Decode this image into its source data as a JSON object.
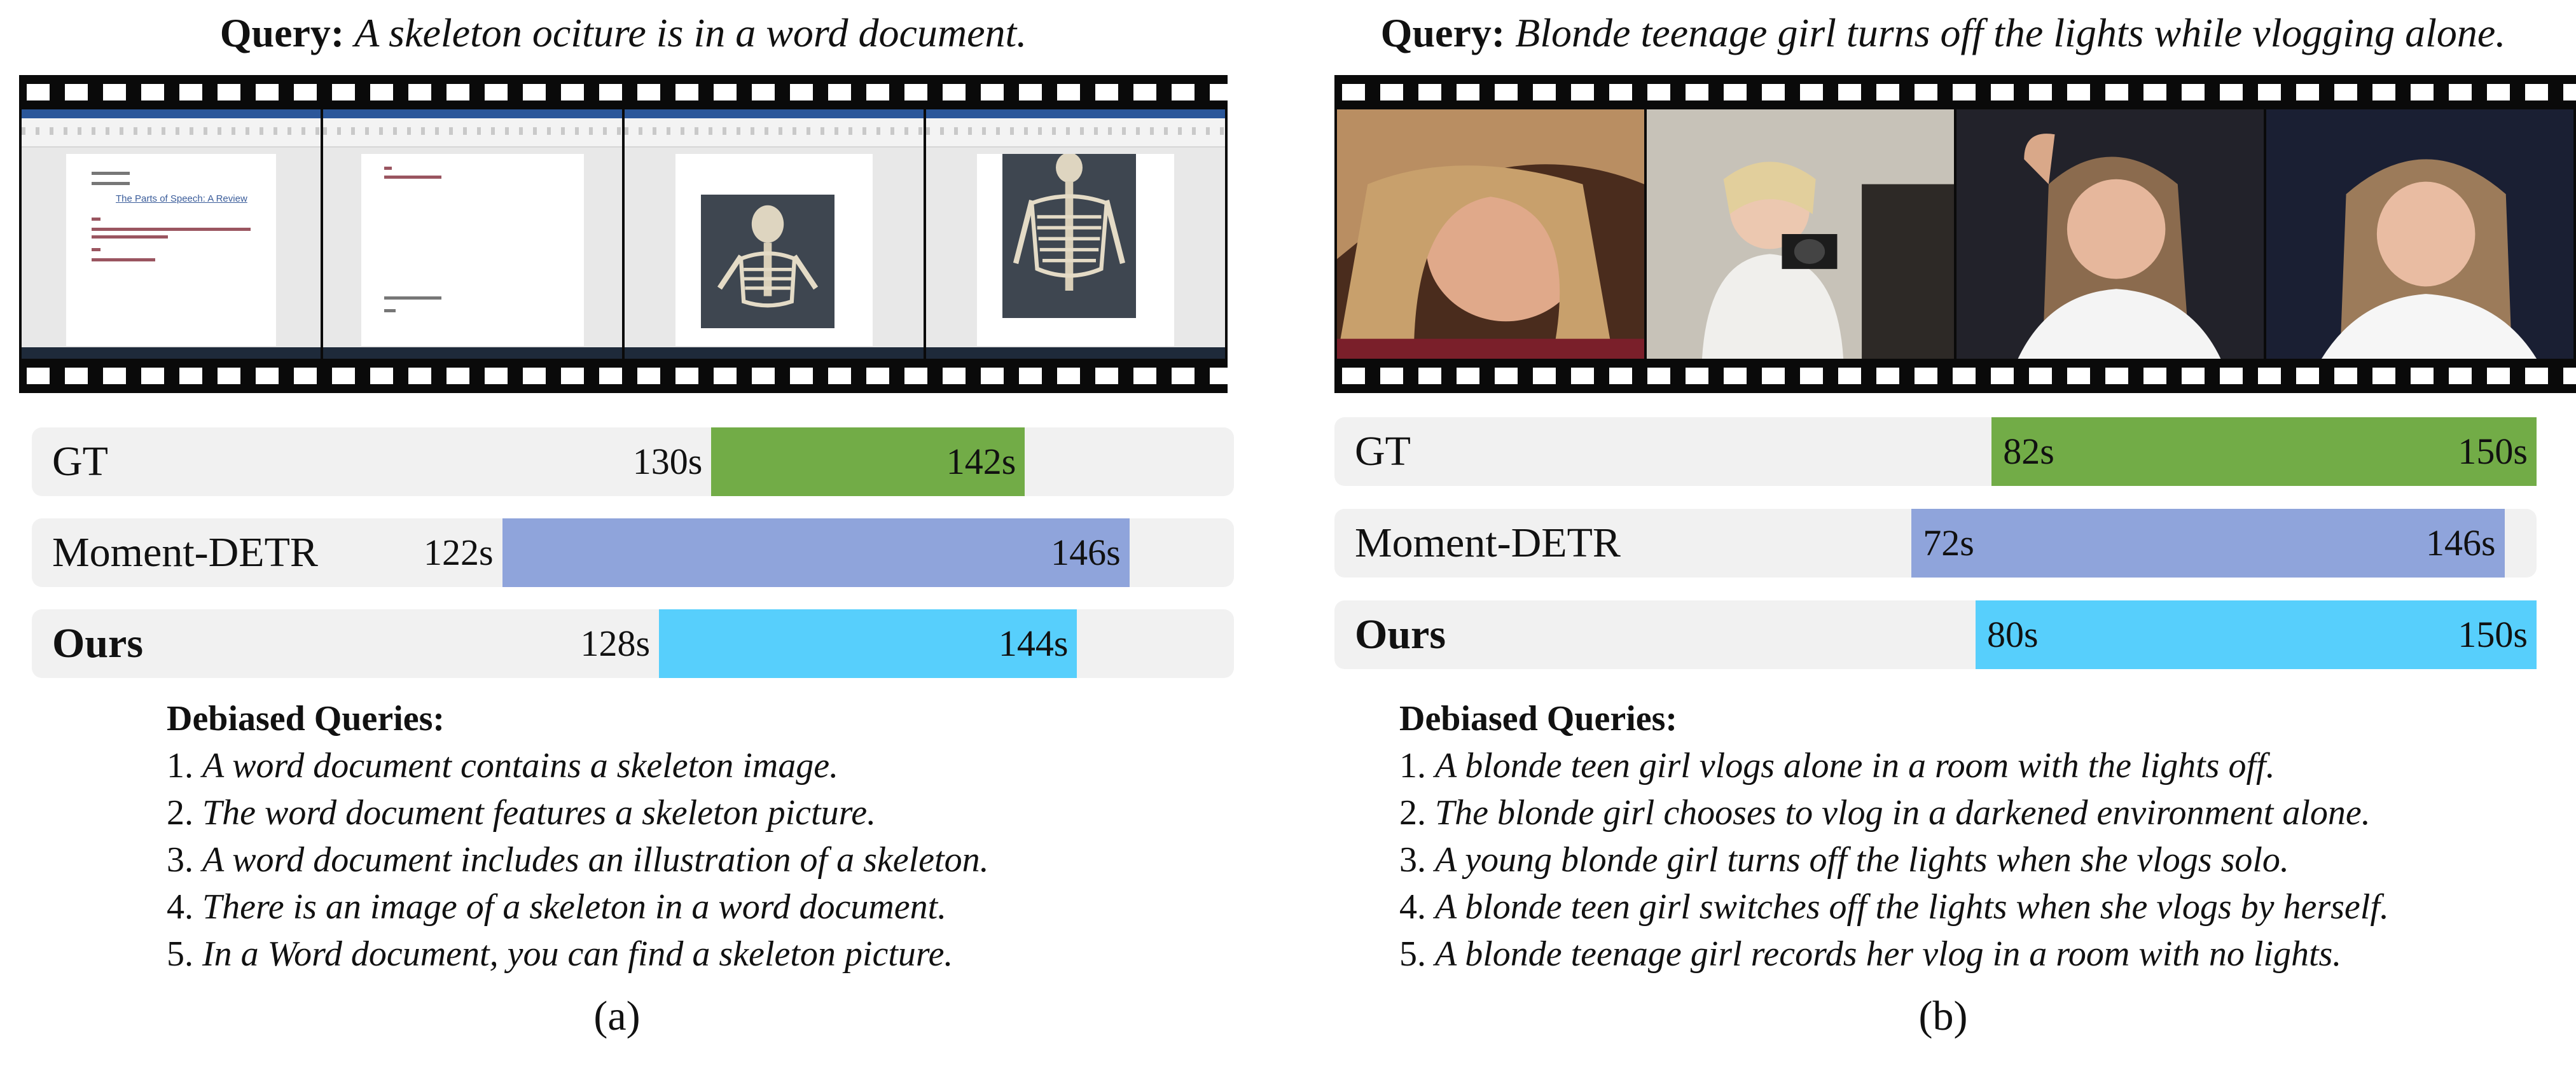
{
  "panels": [
    {
      "query_prefix": "Query:",
      "query_text": "A skeleton ociture is in a word document.",
      "doc_frame_title": "The Parts of Speech: A Review",
      "timeline": {
        "t_min": 104,
        "t_max": 150,
        "rows": [
          {
            "label": "GT",
            "start": 130,
            "end": 142,
            "start_label": "130s",
            "end_label": "142s",
            "color": "#72ac47"
          },
          {
            "label": "Moment-DETR",
            "start": 122,
            "end": 146,
            "start_label": "122s",
            "end_label": "146s",
            "color": "#8fa4db"
          },
          {
            "label": "Ours",
            "start": 128,
            "end": 144,
            "start_label": "128s",
            "end_label": "144s",
            "color": "#57cffc"
          }
        ]
      },
      "debiased_title": "Debiased Queries:",
      "debiased_queries": [
        {
          "num": "1.",
          "text": "A word document contains a skeleton image."
        },
        {
          "num": "2.",
          "text": "The word document features a skeleton picture."
        },
        {
          "num": "3.",
          "text": "A word document includes an illustration of a skeleton."
        },
        {
          "num": "4.",
          "text": "There is an image of a skeleton in a word document."
        },
        {
          "num": "5.",
          "text": "In a Word document, you can find a skeleton picture."
        }
      ],
      "caption": "(a)"
    },
    {
      "query_prefix": "Query:",
      "query_text": "Blonde teenage girl turns off the lights while vlogging alone.",
      "timeline": {
        "t_min": 0,
        "t_max": 150,
        "rows": [
          {
            "label": "GT",
            "start": 82,
            "end": 150,
            "start_label": "82s",
            "end_label": "150s",
            "color": "#72ac47"
          },
          {
            "label": "Moment-DETR",
            "start": 72,
            "end": 146,
            "start_label": "72s",
            "end_label": "146s",
            "color": "#8fa4db"
          },
          {
            "label": "Ours",
            "start": 80,
            "end": 150,
            "start_label": "80s",
            "end_label": "150s",
            "color": "#57cffc"
          }
        ]
      },
      "debiased_title": "Debiased Queries:",
      "debiased_queries": [
        {
          "num": "1.",
          "text": "A blonde teen girl vlogs alone in a room with the lights off."
        },
        {
          "num": "2.",
          "text": "The blonde girl chooses to vlog in a darkened environment alone."
        },
        {
          "num": "3.",
          "text": "A young blonde girl turns off the lights when she vlogs solo."
        },
        {
          "num": "4.",
          "text": "A blonde teen girl switches off the lights when she vlogs by herself."
        },
        {
          "num": "5.",
          "text": "A blonde teenage girl records her vlog in a room with no lights."
        }
      ],
      "caption": "(b)"
    }
  ]
}
